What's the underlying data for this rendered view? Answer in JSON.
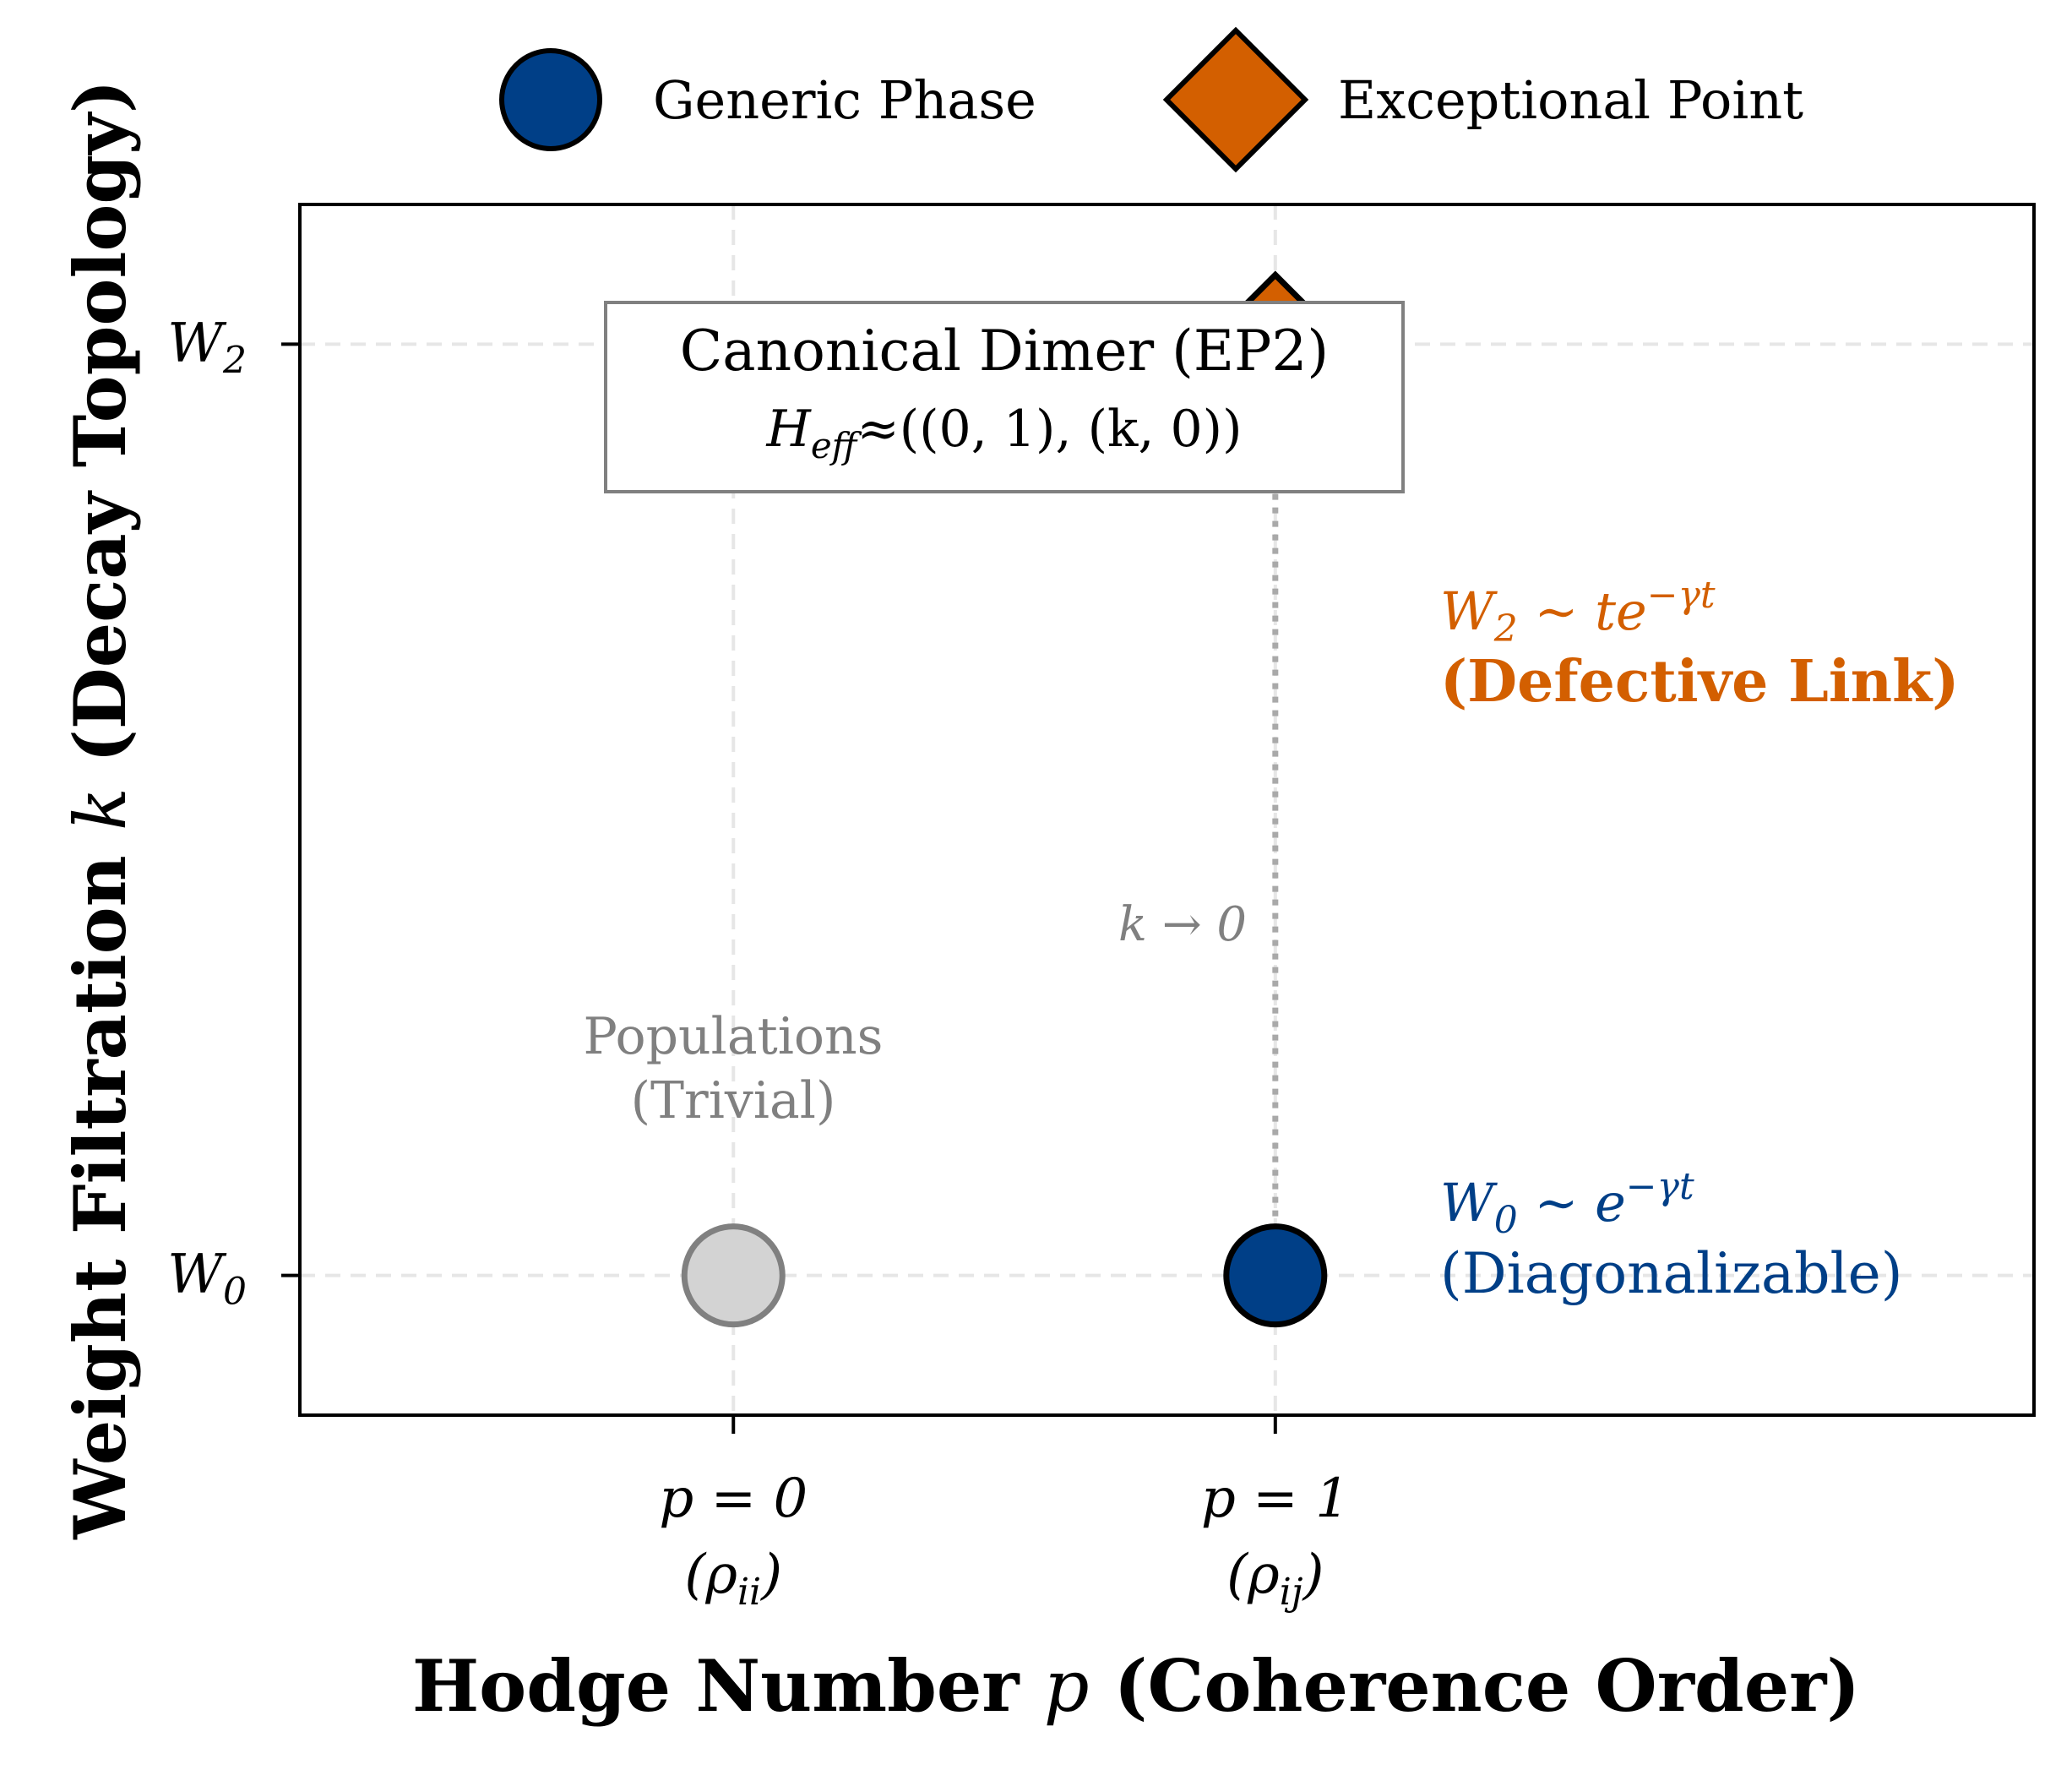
{
  "legend": {
    "placement": "top-center",
    "items": [
      {
        "label": "Generic Phase",
        "marker": "circle",
        "color": "#003f87"
      },
      {
        "label": "Exceptional Point",
        "marker": "diamond",
        "color": "#d35f00"
      }
    ]
  },
  "annotation_box": {
    "title": "Canonical Dimer (EP2)",
    "formula": {
      "lhs": "H",
      "sub": "eff",
      "rhs": "≈((0, 1), (k, 0))"
    }
  },
  "annotations": {
    "populations": {
      "line1": "Populations",
      "line2": "(Trivial)"
    },
    "arrow_label": "k → 0",
    "w2_note": {
      "formula": "W",
      "sub": "2",
      "rest": " ∼ te",
      "sup": "−γt",
      "label": "(Defective Link)"
    },
    "w0_note": {
      "formula": "W",
      "sub": "0",
      "rest": " ∼ e",
      "sup": "−γt",
      "label": "(Diagonalizable)"
    }
  },
  "chart_data": {
    "type": "scatter",
    "xlabel": {
      "pre": "Hodge Number ",
      "var": "p",
      "post": " (Coherence Order)"
    },
    "ylabel": {
      "pre": "Weight Filtration ",
      "var": "k",
      "post": " (Decay Topology)"
    },
    "xlim": [
      -0.8,
      2.4
    ],
    "ylim": [
      -0.3,
      2.3
    ],
    "grid": true,
    "x_ticks": [
      {
        "value": 0,
        "line1": "p = 0",
        "line2": "(ρ",
        "sub": "ii",
        "close": ")"
      },
      {
        "value": 1,
        "line1": "p = 1",
        "line2": "(ρ",
        "sub": "ij",
        "close": ")"
      }
    ],
    "y_ticks": [
      {
        "value": 0,
        "base": "W",
        "sub": "0"
      },
      {
        "value": 2,
        "base": "W",
        "sub": "2"
      }
    ],
    "points": [
      {
        "name": "Populations",
        "x": 0,
        "y": 0,
        "marker": "circle",
        "color": "#d3d3d3",
        "edge": "#808080"
      },
      {
        "name": "Generic Phase",
        "x": 1,
        "y": 0,
        "marker": "circle",
        "color": "#003f87",
        "edge": "#000000"
      },
      {
        "name": "Exceptional Point",
        "x": 1,
        "y": 2,
        "marker": "diamond",
        "color": "#d35f00",
        "edge": "#000000"
      }
    ],
    "connector": {
      "from": [
        1,
        0
      ],
      "to": [
        1,
        2
      ],
      "style": "dotted",
      "color": "#a9a9a9"
    }
  }
}
